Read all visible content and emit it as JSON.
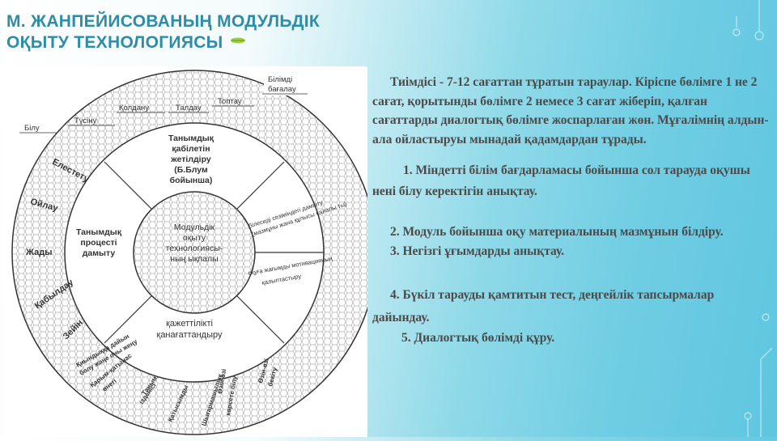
{
  "title": {
    "line1": "М. ЖАНПЕЙИСОВАНЫҢ МОДУЛЬДІК",
    "line2": "ОҚЫТУ ТЕХНОЛОГИЯСЫ"
  },
  "diagram": {
    "center": [
      "Модульдік",
      "оқыту",
      "технологиясы-",
      "ның ықпалы"
    ],
    "sector_top": [
      "Танымдық",
      "қабілетін",
      "жетілдіру",
      "(Б.Блум",
      "бойынша)"
    ],
    "sector_left": [
      "Танымдық",
      "процесті",
      "дамыту"
    ],
    "sector_bottom": [
      "қажеттілікті",
      "қанағаттандыру"
    ],
    "sector_right_upper": [
      "білесиді сезіміндегі дамыту",
      "(мазмұны жана құлысы салалы ты)"
    ],
    "sector_right_lower": [
      "оқуға жағымды мотивацияның",
      "қалыптастыру"
    ],
    "outer_top": [
      "Білу",
      "Түсіну",
      "Қолдану",
      "Талдау",
      "Топтау",
      "Білімді",
      "бағалау"
    ],
    "outer_left": [
      "Елестету",
      "Ойлау",
      "Жады",
      "Қабылдау",
      "Зейін"
    ],
    "outer_bottom": [
      "Қиындыққа дайын",
      "болу жаңе оны жеңу",
      "Қарым-қатынас",
      "өнегі",
      "Таным,",
      "ізденісі",
      "Қатысымды",
      "Шығармашылық",
      "Өзін-өзі",
      "көрсете білу",
      "Өзін-өзі",
      "бекіту"
    ]
  },
  "body": {
    "intro": "Тиімдісі - 7-12 сағаттан тұратын тараулар. Кіріспе бөлімге 1 не 2 сағат, қорытынды бөлімге 2 немесе 3 сағат жіберіп, қалған сағаттарды диалогтық бөлімге жоспарлаған жөн. Мұғалімнің алдын-ала ойластыруы мынадай қадамдардан тұрады.",
    "step1": "1. Міндетті білім бағдарламасы бойынша сол тарауда оқушы нені білу    керектігін анықтау.",
    "step2": "2. Модуль бойынша оқу материалының мазмұнын білдіру.",
    "step3": "3. Негізгі ұғымдарды анықтау.",
    "step4": "4. Бүкіл тарауды қамтитын тест, деңгейлік тапсырмалар дайындау.",
    "step5": "5. Диалогтық бөлімді құру."
  },
  "colors": {
    "title": "#2e8da6",
    "body_text": "#4a4a4a",
    "accent": "#5fc6e0"
  }
}
